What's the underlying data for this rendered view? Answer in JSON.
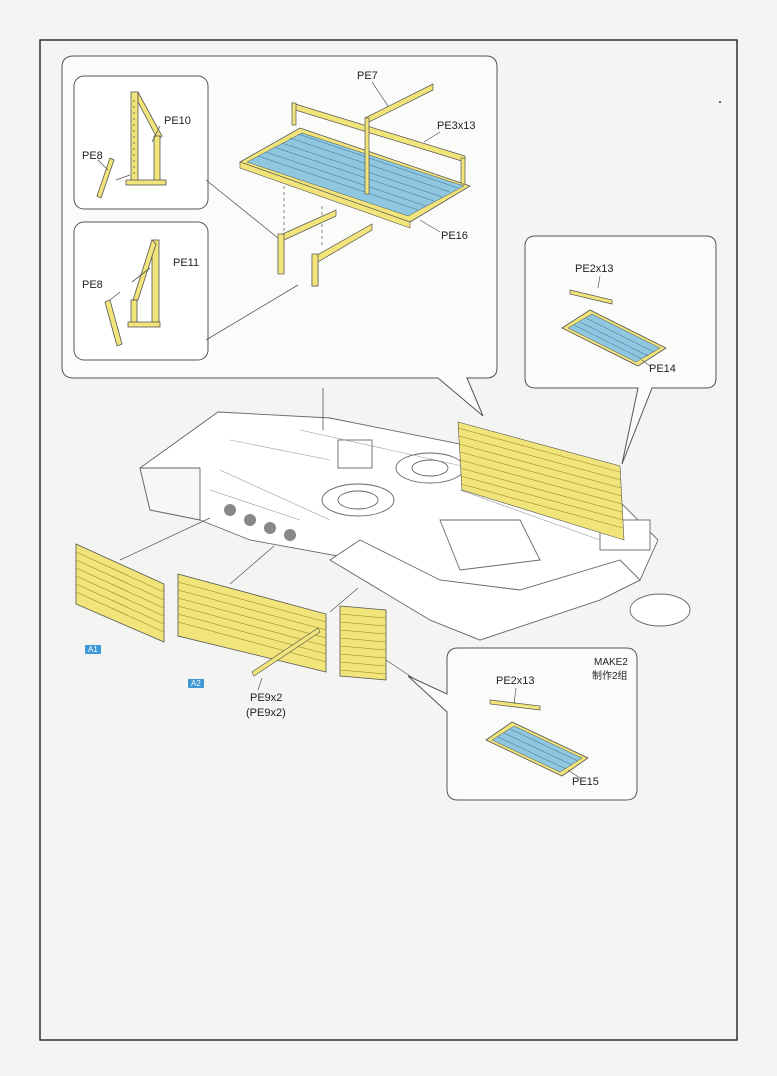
{
  "colors": {
    "photo_etch": "#f1e47a",
    "floor": "#8fc6e0",
    "outline": "#555555",
    "badge": "#3d98d8"
  },
  "labels": {
    "pe7": "PE7",
    "pe3x13": "PE3x13",
    "pe16": "PE16",
    "pe10": "PE10",
    "pe8_a": "PE8",
    "pe11": "PE11",
    "pe8_b": "PE8",
    "pe2x13_a": "PE2x13",
    "pe14": "PE14",
    "pe9x2": "PE9x2",
    "pe9x2_alt": "(PE9x2)",
    "make2": "MAKE2",
    "make2_cn": "制作2组",
    "pe2x13_b": "PE2x13",
    "pe15": "PE15"
  },
  "badges": {
    "a1": "A1",
    "a2": "A2"
  }
}
